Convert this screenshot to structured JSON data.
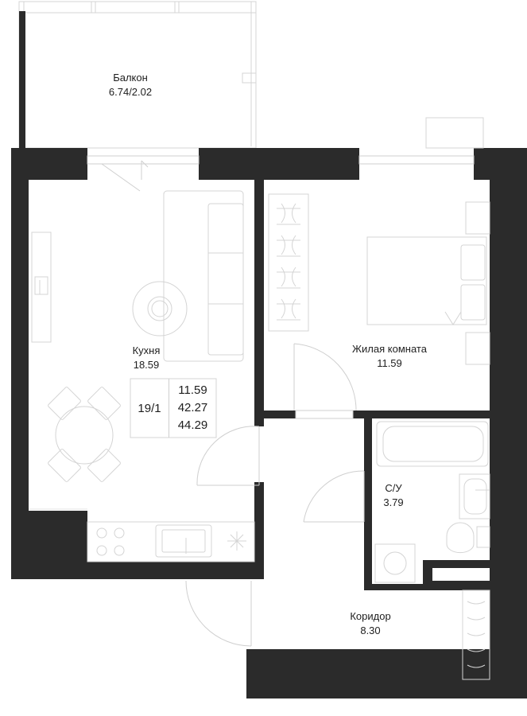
{
  "rooms": {
    "balcony": {
      "name": "Балкон",
      "area": "6.74/2.02"
    },
    "kitchen": {
      "name": "Кухня",
      "area": "18.59"
    },
    "living": {
      "name": "Жилая комната",
      "area": "11.59"
    },
    "bathroom": {
      "name": "С/У",
      "area": "3.79"
    },
    "corridor": {
      "name": "Коридор",
      "area": "8.30"
    }
  },
  "summary": {
    "apartment_number": "19/1",
    "area_living": "11.59",
    "area_total": "42.27",
    "area_total_with_balcony": "44.29"
  },
  "colors": {
    "wall": "#2b2b2b",
    "line": "#d4d4d4",
    "text": "#1e1e1e"
  }
}
